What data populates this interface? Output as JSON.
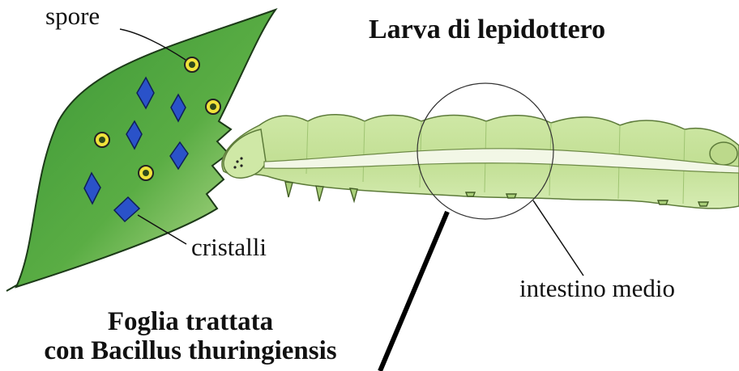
{
  "labels": {
    "spore": "spore",
    "cristalli": "cristalli",
    "intestino": "intestino medio",
    "larva_title": "Larva di lepidottero",
    "foglia_title_line1": "Foglia trattata",
    "foglia_title_line2": "con Bacillus thuringiensis"
  },
  "colors": {
    "leaf_dark": "#3f9a3a",
    "leaf_light": "#c9e49a",
    "larva_body": "#c6e39a",
    "larva_shade": "#a9cf79",
    "gut": "#f2f7e6",
    "crystal": "#2a52c9",
    "spore_ring": "#f1e33b",
    "spore_core": "#2f4a1c"
  }
}
